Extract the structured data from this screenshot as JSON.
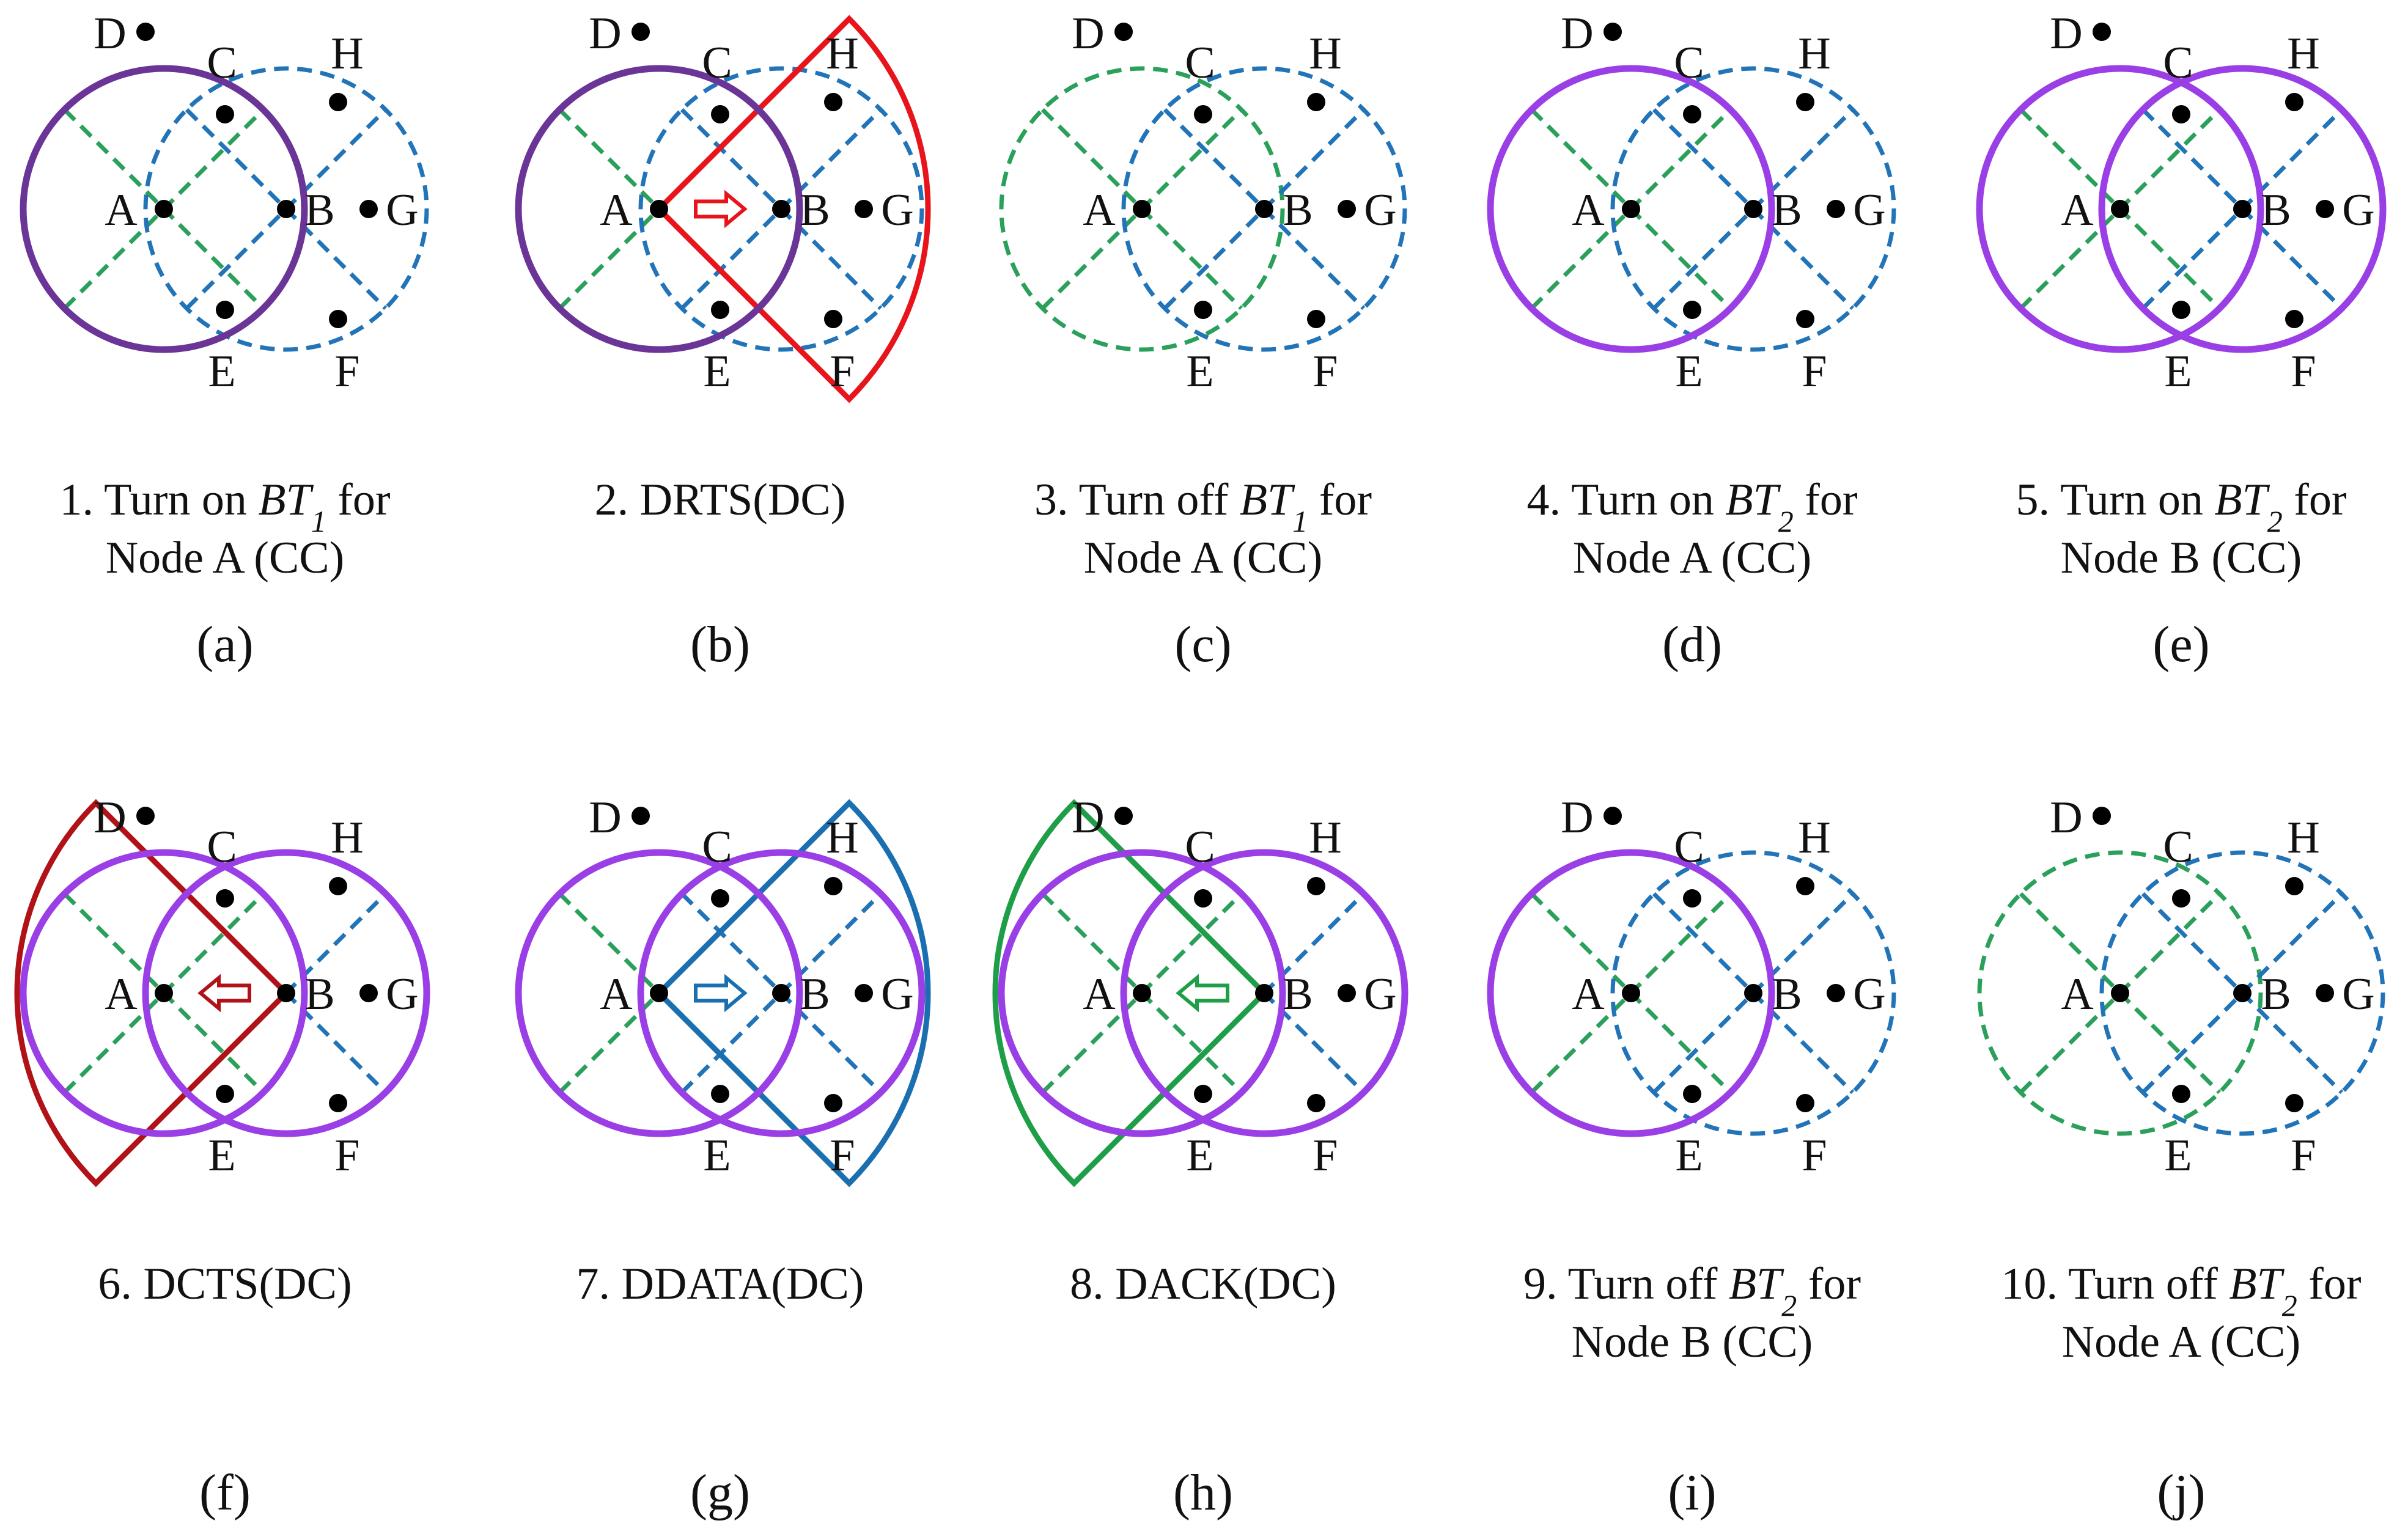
{
  "colors": {
    "cc_solid": "#9a3ee6",
    "cc_dark": "#6a3596",
    "green_dashed": "#2aa05a",
    "blue_dashed": "#2274b8",
    "drts_red": "#e8141b",
    "dcts_darkred": "#b01218",
    "ddata_blue": "#1a6fb0",
    "dack_green": "#1f9e48",
    "node": "#000000"
  },
  "node_labels": {
    "A": "A",
    "B": "B",
    "C": "C",
    "D": "D",
    "E": "E",
    "F": "F",
    "G": "G",
    "H": "H"
  },
  "panels": [
    {
      "id": "a",
      "letter": "(a)",
      "caption": [
        {
          "t": "1. Turn on "
        },
        {
          "t": "BT",
          "i": true
        },
        {
          "t": "1",
          "i": true,
          "sub": true
        },
        {
          "t": " for"
        }
      ],
      "caption2": "Node A (CC)",
      "solidA": "dark",
      "solidB": null,
      "dashA": true,
      "dashB": true,
      "shape": null
    },
    {
      "id": "b",
      "letter": "(b)",
      "caption": [
        {
          "t": "2. DRTS(DC)"
        }
      ],
      "caption2": "",
      "solidA": "dark",
      "solidB": null,
      "dashA": true,
      "dashB": true,
      "shape": "drts"
    },
    {
      "id": "c",
      "letter": "(c)",
      "caption": [
        {
          "t": "3. Turn off "
        },
        {
          "t": "BT",
          "i": true
        },
        {
          "t": "1",
          "i": true,
          "sub": true
        },
        {
          "t": " for"
        }
      ],
      "caption2": "Node A (CC)",
      "solidA": null,
      "solidB": null,
      "dashA": true,
      "dashB": true,
      "shape": null,
      "greenCircleA": true
    },
    {
      "id": "d",
      "letter": "(d)",
      "caption": [
        {
          "t": "4. Turn on "
        },
        {
          "t": "BT",
          "i": true
        },
        {
          "t": "2",
          "i": true,
          "sub": true
        },
        {
          "t": " for"
        }
      ],
      "caption2": "Node A (CC)",
      "solidA": "purple",
      "solidB": null,
      "dashA": true,
      "dashB": true,
      "shape": null
    },
    {
      "id": "e",
      "letter": "(e)",
      "caption": [
        {
          "t": "5. Turn on "
        },
        {
          "t": "BT",
          "i": true
        },
        {
          "t": "2",
          "i": true,
          "sub": true
        },
        {
          "t": " for"
        }
      ],
      "caption2": "Node B (CC)",
      "solidA": "purple",
      "solidB": "purple",
      "dashA": true,
      "dashB": true,
      "shape": null
    },
    {
      "id": "f",
      "letter": "(f)",
      "caption": [
        {
          "t": "6. DCTS(DC)"
        }
      ],
      "caption2": "",
      "solidA": "purple",
      "solidB": "purple",
      "dashA": true,
      "dashB": true,
      "shape": "dcts"
    },
    {
      "id": "g",
      "letter": "(g)",
      "caption": [
        {
          "t": "7. DDATA(DC)"
        }
      ],
      "caption2": "",
      "solidA": "purple",
      "solidB": "purple",
      "dashA": true,
      "dashB": true,
      "shape": "ddata"
    },
    {
      "id": "h",
      "letter": "(h)",
      "caption": [
        {
          "t": "8. DACK(DC)"
        }
      ],
      "caption2": "",
      "solidA": "purple",
      "solidB": "purple",
      "dashA": true,
      "dashB": true,
      "shape": "dack"
    },
    {
      "id": "i",
      "letter": "(i)",
      "caption": [
        {
          "t": "9. Turn off "
        },
        {
          "t": "BT",
          "i": true
        },
        {
          "t": "2",
          "i": true,
          "sub": true
        },
        {
          "t": " for"
        }
      ],
      "caption2": "Node B (CC)",
      "solidA": "purple",
      "solidB": null,
      "dashA": true,
      "dashB": true,
      "shape": null
    },
    {
      "id": "j",
      "letter": "(j)",
      "caption": [
        {
          "t": "10. Turn off "
        },
        {
          "t": "BT",
          "i": true
        },
        {
          "t": "2",
          "i": true,
          "sub": true
        },
        {
          "t": " for"
        }
      ],
      "caption2": "Node A (CC)",
      "solidA": null,
      "solidB": null,
      "dashA": true,
      "dashB": true,
      "shape": null,
      "greenCircleA": true
    }
  ]
}
